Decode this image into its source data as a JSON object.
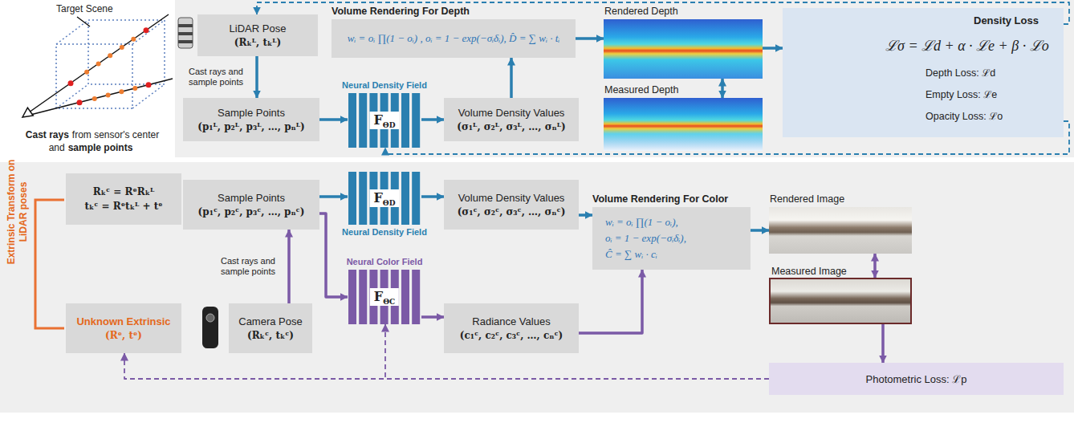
{
  "diagram": {
    "nodes": [
      {
        "text": [
          "LiDAR Pose",
          "(Rₖᴸ, tₖᴸ)"
        ]
      },
      {
        "text": [
          "Sample Points",
          "(p₁ᴸ, p₂ᴸ, p₃ᴸ, …, pₙᴸ)"
        ]
      },
      {
        "text": [
          "Neural Density Field",
          "F",
          "ΘD"
        ]
      },
      {
        "text": [
          "Volume Density Values",
          "(σ₁ᴸ, σ₂ᴸ, σ₃ᴸ, …, σₙᴸ)"
        ]
      },
      {
        "text": [
          "Volume Rendering For Depth",
          "wᵢ = oᵢ ∏(1 − oᵢ) , oᵢ = 1 − exp(−σᵢδᵢ), D̂ = ∑ wᵢ · tᵢ"
        ]
      },
      {
        "text": [
          "Rendered Depth"
        ]
      },
      {
        "text": [
          "Measured Depth"
        ]
      },
      {
        "text": [
          "Density Loss",
          "ℒσ = ℒd + α · ℒe + β · ℒo",
          "Depth Loss: ℒd",
          "Empty Loss: ℒe",
          "Opacity Loss: ℒo"
        ]
      },
      {
        "text": [
          "Rₖᶜ = RᵉRₖᴸ",
          "tₖᶜ = Rᵉtₖᴸ + tᵉ"
        ]
      },
      {
        "text": [
          "Unknown Extrinsic",
          "(Rᵉ, tᵉ)"
        ]
      },
      {
        "text": [
          "Sample Points",
          "(p₁ᶜ, p₂ᶜ, p₃ᶜ, …, pₙᶜ)"
        ]
      },
      {
        "text": [
          "Camera Pose",
          "(Rₖᶜ, tₖᶜ)"
        ]
      },
      {
        "text": [
          "Neural Density Field",
          "F",
          "ΘD"
        ]
      },
      {
        "text": [
          "Neural Color Field",
          "F",
          "ΘC"
        ]
      },
      {
        "text": [
          "Volume Density Values",
          "(σ₁ᶜ, σ₂ᶜ, σ₃ᶜ, …, σₙᶜ)"
        ]
      },
      {
        "text": [
          "Radiance Values",
          "(c₁ᶜ, c₂ᶜ, c₃ᶜ, …, cₙᶜ)"
        ]
      },
      {
        "text": [
          "Volume Rendering For Color",
          "wᵢ = oᵢ ∏(1 − oᵢ),",
          "oᵢ = 1 − exp(−σᵢδᵢ),",
          "Ĉ = ∑ wᵢ · cᵢ"
        ]
      },
      {
        "text": [
          "Rendered Image"
        ]
      },
      {
        "text": [
          "Measured Image"
        ]
      },
      {
        "text": [
          "Photometric Loss: ℒp"
        ]
      }
    ],
    "edges": [
      {
        "from": 0,
        "to": 1,
        "arrow": "to",
        "label": "Cast rays and sample points"
      },
      {
        "from": 1,
        "to": 2,
        "arrow": "to"
      },
      {
        "from": 2,
        "to": 3,
        "arrow": "to"
      },
      {
        "from": 3,
        "to": 4,
        "arrow": "to"
      },
      {
        "from": 4,
        "to": 5,
        "arrow": "to"
      },
      {
        "from": 5,
        "to": 6,
        "arrow": "both"
      },
      {
        "from": 5,
        "to": 7,
        "arrow": "to"
      },
      {
        "from": 7,
        "to": 0,
        "arrow": "to"
      },
      {
        "from": 7,
        "to": 2,
        "arrow": "to"
      },
      {
        "from": 11,
        "to": 10,
        "arrow": "to",
        "label": "Cast rays and sample points"
      },
      {
        "from": 10,
        "to": 12,
        "arrow": "to"
      },
      {
        "from": 10,
        "to": 13,
        "arrow": "to"
      },
      {
        "from": 12,
        "to": 14,
        "arrow": "to"
      },
      {
        "from": 13,
        "to": 15,
        "arrow": "to"
      },
      {
        "from": 14,
        "to": 16,
        "arrow": "to"
      },
      {
        "from": 15,
        "to": 16,
        "arrow": "to"
      },
      {
        "from": 16,
        "to": 17,
        "arrow": "to"
      },
      {
        "from": 17,
        "to": 18,
        "arrow": "both"
      },
      {
        "from": 18,
        "to": 19,
        "arrow": "to"
      },
      {
        "from": 19,
        "to": 9,
        "arrow": "to"
      },
      {
        "from": 19,
        "to": 13,
        "arrow": "to"
      }
    ],
    "labels": [
      "Target Scene",
      "Cast rays",
      "from sensor's center and",
      "sample points",
      "Extrinsic Transform on LiDAR poses"
    ]
  }
}
